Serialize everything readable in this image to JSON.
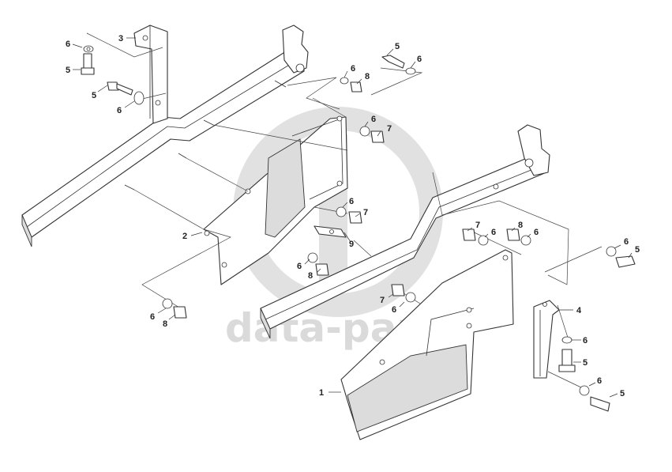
{
  "watermark": {
    "text": "data-parts",
    "color": "#d4d4d4"
  },
  "callouts": {
    "part_1": "1",
    "part_2": "2",
    "part_3": "3",
    "part_4": "4",
    "part_5": "5",
    "part_6": "6",
    "part_7": "7",
    "part_8": "8",
    "part_9": "9"
  }
}
